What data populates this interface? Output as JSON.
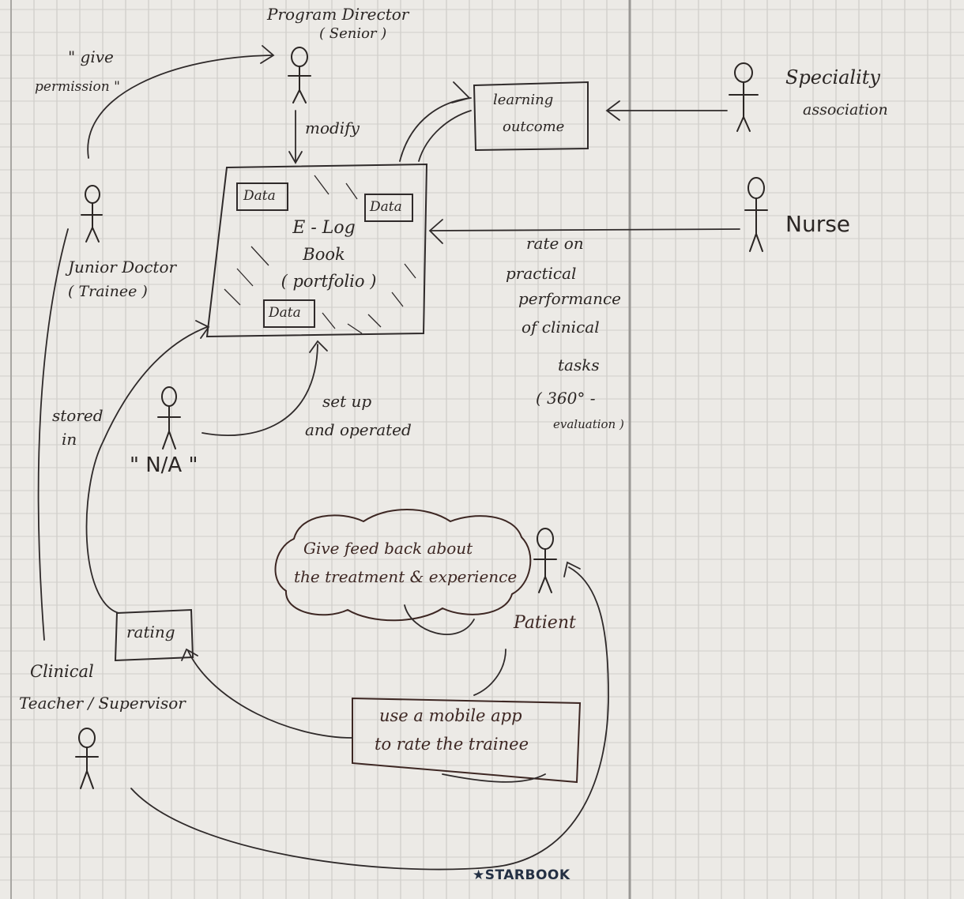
{
  "notebook": {
    "brand": "STARBOOK",
    "brand_star": "★"
  },
  "actors": {
    "program_director": {
      "name": "Program Director",
      "role": "( Senior )"
    },
    "speciality_association": {
      "name": "Speciality",
      "name2": "association"
    },
    "nurse": {
      "name": "Nurse"
    },
    "junior_doctor": {
      "name": "Junior Doctor",
      "role": "( Trainee )"
    },
    "na_actor": {
      "name": "\" N/A \""
    },
    "patient": {
      "name": "Patient"
    },
    "clinical_teacher": {
      "name": "Clinical",
      "name2": "Teacher / Supervisor"
    }
  },
  "system": {
    "elog_lines": [
      "E - Log",
      "Book",
      "( portfolio )"
    ],
    "data_label": "Data"
  },
  "boxes": {
    "learning_outcome": [
      "learning",
      "outcome"
    ],
    "rating": "rating",
    "mobile_app": [
      "use a mobile app",
      "to rate the trainee"
    ],
    "feedback_cloud": [
      "Give feed back about",
      "the treatment & experience"
    ]
  },
  "relations": {
    "give_permission": [
      "\" give",
      "permission \""
    ],
    "modify": "modify",
    "stored_in": [
      "stored",
      "in"
    ],
    "set_up": [
      "set up",
      "and operated"
    ],
    "rate_on": [
      "rate on",
      "practical",
      "performance",
      "of clinical",
      "tasks",
      "( 360° -",
      "evaluation )"
    ]
  }
}
